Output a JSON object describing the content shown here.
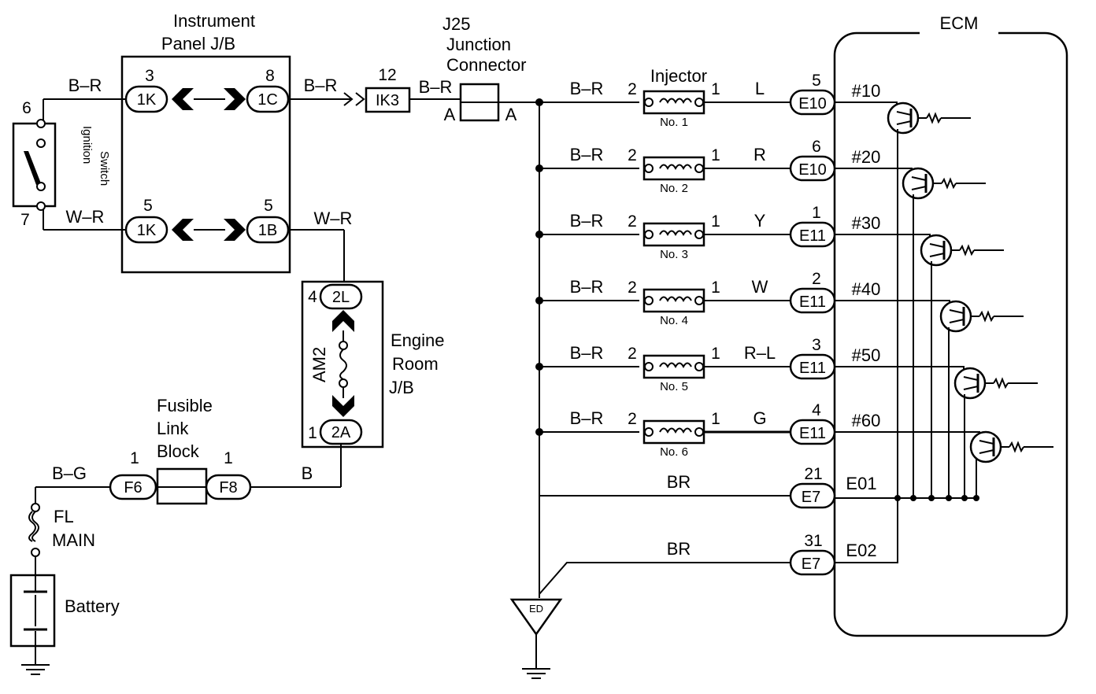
{
  "diagram": {
    "ecm": {
      "title": "ECM"
    },
    "instrument_panel": {
      "line1": "Instrument",
      "line2": "Panel J/B"
    },
    "junction_connector": {
      "line1": "J25",
      "line2": "Junction",
      "line3": "Connector",
      "pin_left": "A",
      "pin_right": "A"
    },
    "ignition_switch": {
      "line1": "Ignition",
      "line2": "Switch",
      "pin_top": "6",
      "pin_bottom": "7"
    },
    "engine_room": {
      "line1": "Engine",
      "line2": "Room",
      "line3": "J/B",
      "fuse": "AM2"
    },
    "fusible_link": {
      "line1": "Fusible",
      "line2": "Link",
      "line3": "Block"
    },
    "fl_main": {
      "line1": "FL",
      "line2": "MAIN"
    },
    "battery": {
      "label": "Battery"
    },
    "ground": {
      "label": "ED"
    },
    "injector_title": "Injector",
    "connectors": {
      "ip_1k_top": {
        "name": "1K",
        "pin": "3"
      },
      "ip_1c": {
        "name": "1C",
        "pin": "8"
      },
      "ip_1k_bottom": {
        "name": "1K",
        "pin": "5"
      },
      "ip_1b": {
        "name": "1B",
        "pin": "5"
      },
      "ik3": {
        "name": "IK3",
        "pin": "12"
      },
      "er_2l": {
        "name": "2L",
        "pin": "4"
      },
      "er_2a": {
        "name": "2A",
        "pin": "1"
      },
      "f6": {
        "name": "F6",
        "pin": "1"
      },
      "f8": {
        "name": "F8",
        "pin": "1"
      }
    },
    "wires": {
      "ign_top": "B–R",
      "ign_bottom": "W–R",
      "ip_out": "B–R",
      "ip_w_r": "W–R",
      "ik3_out": "B–R",
      "b_wire": "B",
      "bg_wire": "B–G"
    },
    "injectors": [
      {
        "bus_wire": "B–R",
        "pin_in": "2",
        "pin_out": "1",
        "name": "No. 1",
        "out_wire": "L",
        "conn": "E10",
        "conn_pin": "5",
        "ecm_pin": "#10"
      },
      {
        "bus_wire": "B–R",
        "pin_in": "2",
        "pin_out": "1",
        "name": "No. 2",
        "out_wire": "R",
        "conn": "E10",
        "conn_pin": "6",
        "ecm_pin": "#20"
      },
      {
        "bus_wire": "B–R",
        "pin_in": "2",
        "pin_out": "1",
        "name": "No. 3",
        "out_wire": "Y",
        "conn": "E11",
        "conn_pin": "1",
        "ecm_pin": "#30"
      },
      {
        "bus_wire": "B–R",
        "pin_in": "2",
        "pin_out": "1",
        "name": "No. 4",
        "out_wire": "W",
        "conn": "E11",
        "conn_pin": "2",
        "ecm_pin": "#40"
      },
      {
        "bus_wire": "B–R",
        "pin_in": "2",
        "pin_out": "1",
        "name": "No. 5",
        "out_wire": "R–L",
        "conn": "E11",
        "conn_pin": "3",
        "ecm_pin": "#50"
      },
      {
        "bus_wire": "B–R",
        "pin_in": "2",
        "pin_out": "1",
        "name": "No. 6",
        "out_wire": "G",
        "conn": "E11",
        "conn_pin": "4",
        "ecm_pin": "#60"
      }
    ],
    "grounds": [
      {
        "wire": "BR",
        "conn": "E7",
        "conn_pin": "21",
        "ecm_pin": "E01"
      },
      {
        "wire": "BR",
        "conn": "E7",
        "conn_pin": "31",
        "ecm_pin": "E02"
      }
    ]
  }
}
